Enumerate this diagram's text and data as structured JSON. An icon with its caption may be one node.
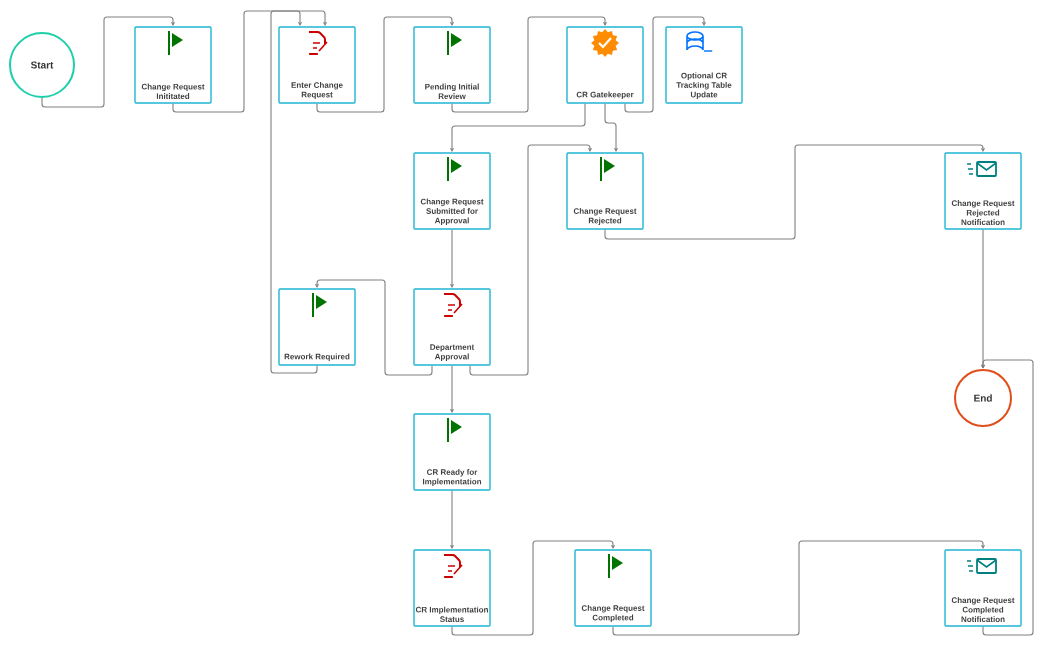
{
  "diagram": {
    "nodes": [
      {
        "text": [
          "Start"
        ]
      },
      {
        "text": [
          "Change Request Inititated"
        ]
      },
      {
        "text": [
          "Enter Change Request"
        ]
      },
      {
        "text": [
          "Pending Initial Review"
        ]
      },
      {
        "text": [
          "CR Gatekeeper"
        ]
      },
      {
        "text": [
          "Optional CR Tracking Table Update"
        ]
      },
      {
        "text": [
          "Change Request Submitted for Approval"
        ]
      },
      {
        "text": [
          "Change Request Rejected"
        ]
      },
      {
        "text": [
          "Change Request Rejected Notification"
        ]
      },
      {
        "text": [
          "Rework Required"
        ]
      },
      {
        "text": [
          "Department Approval"
        ]
      },
      {
        "text": [
          "End"
        ]
      },
      {
        "text": [
          "CR Ready for Implementation"
        ]
      },
      {
        "text": [
          "CR Implementation Status"
        ]
      },
      {
        "text": [
          "Change Request Completed"
        ]
      },
      {
        "text": [
          "Change Request Completed Notification"
        ]
      }
    ],
    "edges": [
      {
        "from": 0,
        "to": 1,
        "arrow": "to"
      },
      {
        "from": 1,
        "to": 2,
        "arrow": "to"
      },
      {
        "from": 9,
        "to": 2,
        "arrow": "to"
      },
      {
        "from": 2,
        "to": 3,
        "arrow": "to"
      },
      {
        "from": 3,
        "to": 4,
        "arrow": "to"
      },
      {
        "from": 4,
        "to": 5,
        "arrow": "to"
      },
      {
        "from": 4,
        "to": 6,
        "arrow": "to"
      },
      {
        "from": 4,
        "to": 7,
        "arrow": "to"
      },
      {
        "from": 10,
        "to": 7,
        "arrow": "to"
      },
      {
        "from": 6,
        "to": 10,
        "arrow": "to"
      },
      {
        "from": 10,
        "to": 9,
        "arrow": "to"
      },
      {
        "from": 7,
        "to": 8,
        "arrow": "to"
      },
      {
        "from": 8,
        "to": 11,
        "arrow": "to"
      },
      {
        "from": 10,
        "to": 12,
        "arrow": "to"
      },
      {
        "from": 12,
        "to": 13,
        "arrow": "to"
      },
      {
        "from": 13,
        "to": 14,
        "arrow": "to"
      },
      {
        "from": 14,
        "to": 15,
        "arrow": "to"
      },
      {
        "from": 15,
        "to": 11,
        "arrow": "to"
      }
    ]
  }
}
